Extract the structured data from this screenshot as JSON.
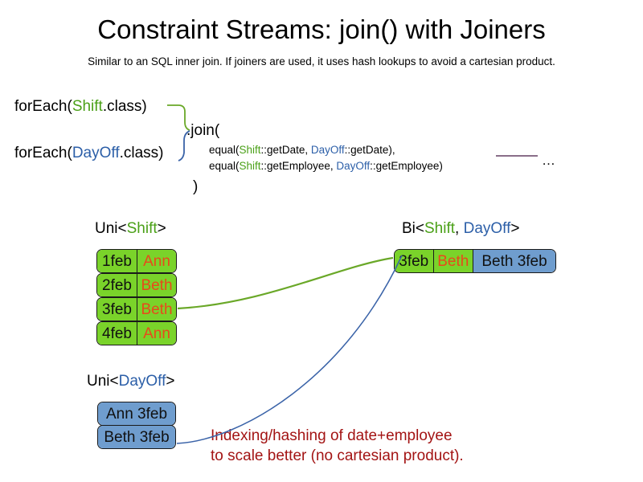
{
  "slide": {
    "title": "Constraint Streams: join() with Joiners",
    "subtitle": "Similar to an SQL inner join. If joiners are used, it uses hash lookups to avoid a cartesian product."
  },
  "colors": {
    "shift_accent": "#4aa017",
    "dayoff_accent": "#2c5fa8",
    "green_fill": "#7ad32a",
    "blue_fill": "#6f9dce",
    "orange_text": "#e8491b",
    "note_red": "#a31414",
    "connector_purple": "#7a5a78"
  },
  "code": {
    "foreach_shift": {
      "prefix": "forEach(",
      "type": "Shift",
      "suffix": ".class)"
    },
    "foreach_dayoff": {
      "prefix": "forEach(",
      "type": "DayOff",
      "suffix": ".class)"
    },
    "join_open": ".join(",
    "join_close": ")",
    "joiners": [
      {
        "fn_open": "equal(",
        "left_type": "Shift",
        "left_method": "::getDate, ",
        "right_type": "DayOff",
        "right_method": "::getDate),"
      },
      {
        "fn_open": "equal(",
        "left_type": "Shift",
        "left_method": "::getEmployee, ",
        "right_type": "DayOff",
        "right_method": "::getEmployee)"
      }
    ],
    "ellipsis": "…"
  },
  "groups": {
    "uni_shift": {
      "label_prefix": "Uni<",
      "label_type": "Shift",
      "label_suffix": ">",
      "rows": [
        {
          "date": "1feb",
          "employee": "Ann"
        },
        {
          "date": "2feb",
          "employee": "Beth"
        },
        {
          "date": "3feb",
          "employee": "Beth"
        },
        {
          "date": "4feb",
          "employee": "Ann"
        }
      ]
    },
    "uni_dayoff": {
      "label_prefix": "Uni<",
      "label_type": "DayOff",
      "label_suffix": ">",
      "rows": [
        {
          "text": "Ann 3feb"
        },
        {
          "text": "Beth 3feb"
        }
      ]
    },
    "bi": {
      "label_prefix": "Bi<",
      "label_type_a": "Shift",
      "label_sep": ", ",
      "label_type_b": "DayOff",
      "label_suffix": ">",
      "row": {
        "date": "3feb",
        "employee": "Beth",
        "dayoff": "Beth 3feb"
      }
    }
  },
  "note": {
    "line1": "Indexing/hashing of date+employee",
    "line2": "to scale better (no cartesian product)."
  }
}
